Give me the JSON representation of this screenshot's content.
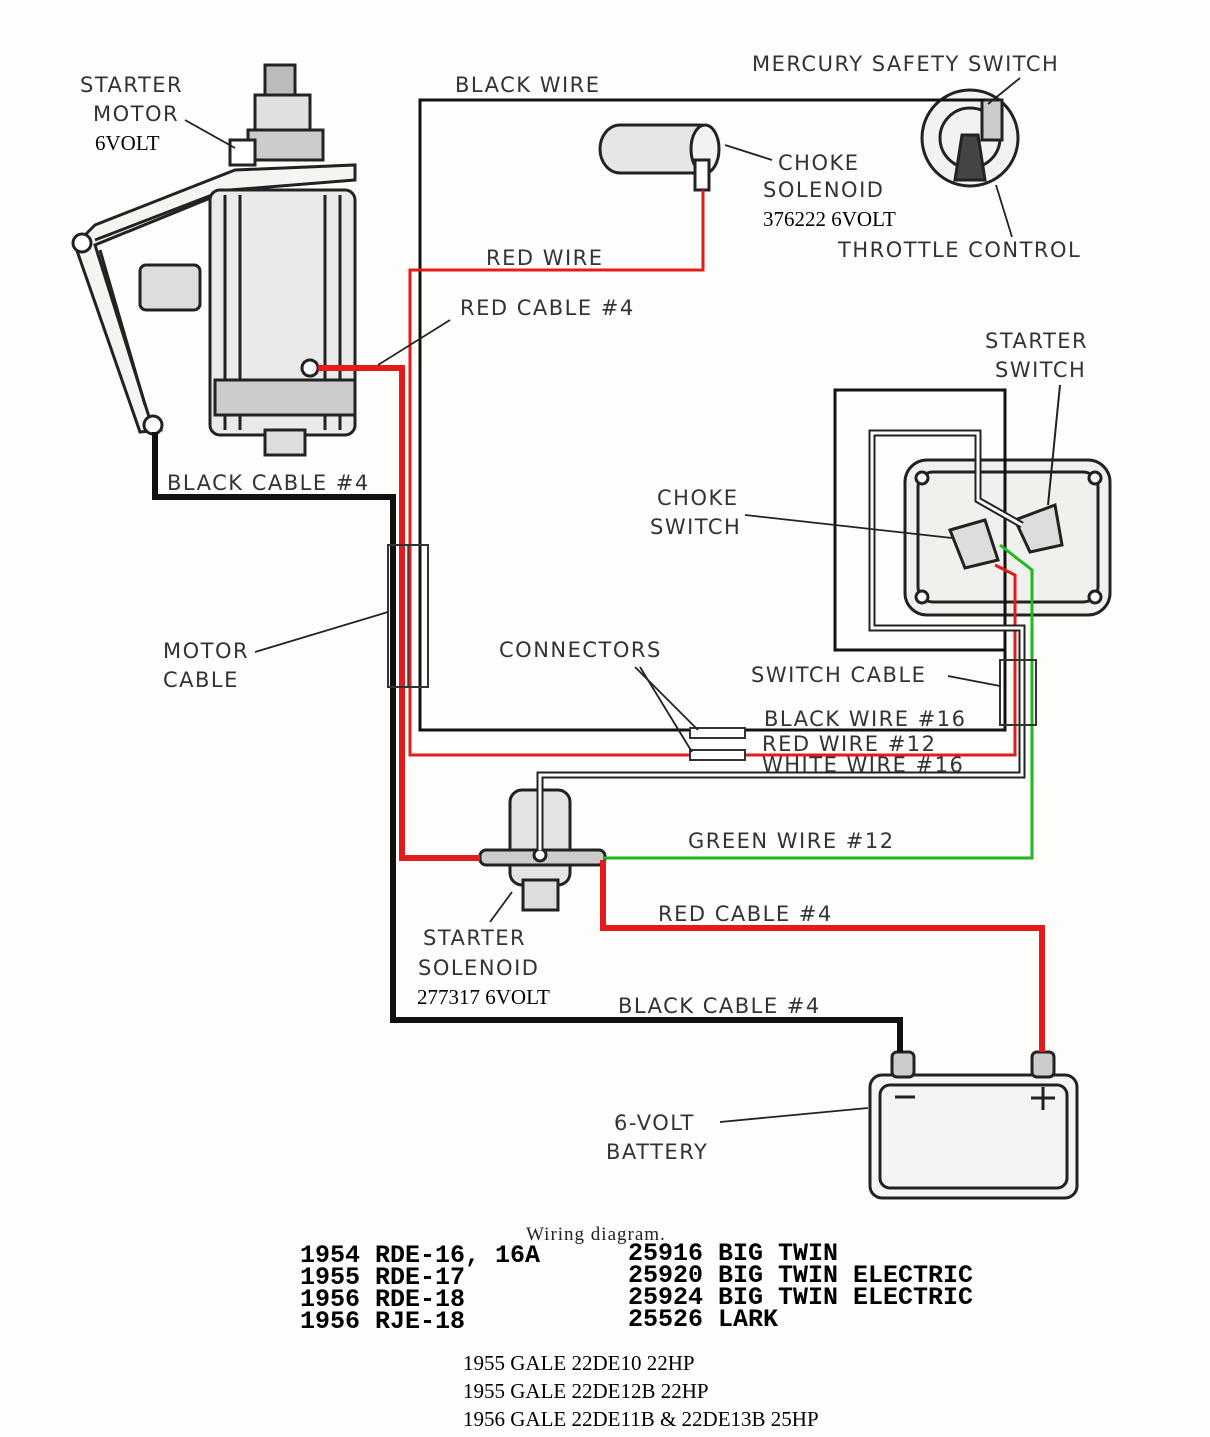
{
  "labels": {
    "starter_motor_line1": "STARTER",
    "starter_motor_line2": "MOTOR",
    "starter_motor_volt": "6VOLT",
    "black_wire": "BLACK WIRE",
    "mercury_safety_switch": "MERCURY SAFETY SWITCH",
    "choke_solenoid_line1": "CHOKE",
    "choke_solenoid_line2": "SOLENOID",
    "choke_solenoid_part": "376222  6VOLT",
    "throttle_control": "THROTTLE CONTROL",
    "red_wire": "RED WIRE",
    "red_cable_4_top": "RED CABLE #4",
    "starter_switch_line1": "STARTER",
    "starter_switch_line2": "SWITCH",
    "black_cable_4_left": "BLACK CABLE #4",
    "choke_switch_line1": "CHOKE",
    "choke_switch_line2": "SWITCH",
    "motor_cable_line1": "MOTOR",
    "motor_cable_line2": "CABLE",
    "connectors": "CONNECTORS",
    "switch_cable": "SWITCH  CABLE",
    "black_wire_16": "BLACK WIRE #16",
    "red_wire_12": "RED WIRE #12",
    "white_wire_16": "WHITE WIRE #16",
    "green_wire_12": "GREEN WIRE #12",
    "red_cable_4_bottom": "RED CABLE #4",
    "starter_solenoid_line1": "STARTER",
    "starter_solenoid_line2": "SOLENOID",
    "starter_solenoid_part": "277317  6VOLT",
    "black_cable_4_bottom": "BLACK CABLE #4",
    "battery_line1": "6-VOLT",
    "battery_line2": "BATTERY"
  },
  "caption": "Wiring diagram.",
  "models_left": [
    "1954 RDE-16, 16A",
    "1955 RDE-17",
    "1956 RDE-18",
    "1956 RJE-18"
  ],
  "models_right": [
    "25916 BIG TWIN",
    "25920 BIG TWIN ELECTRIC",
    "25924 BIG TWIN ELECTRIC",
    "25526 LARK"
  ],
  "gale_models": [
    "1955 GALE 22DE10  22HP",
    "1955 GALE 22DE12B  22HP",
    "1956 GALE 22DE11B & 22DE13B  25HP"
  ],
  "colors": {
    "black_wire": "#111111",
    "red_wire": "#e21b1b",
    "green_wire": "#1fb81f",
    "white_wire": "#ffffff"
  }
}
